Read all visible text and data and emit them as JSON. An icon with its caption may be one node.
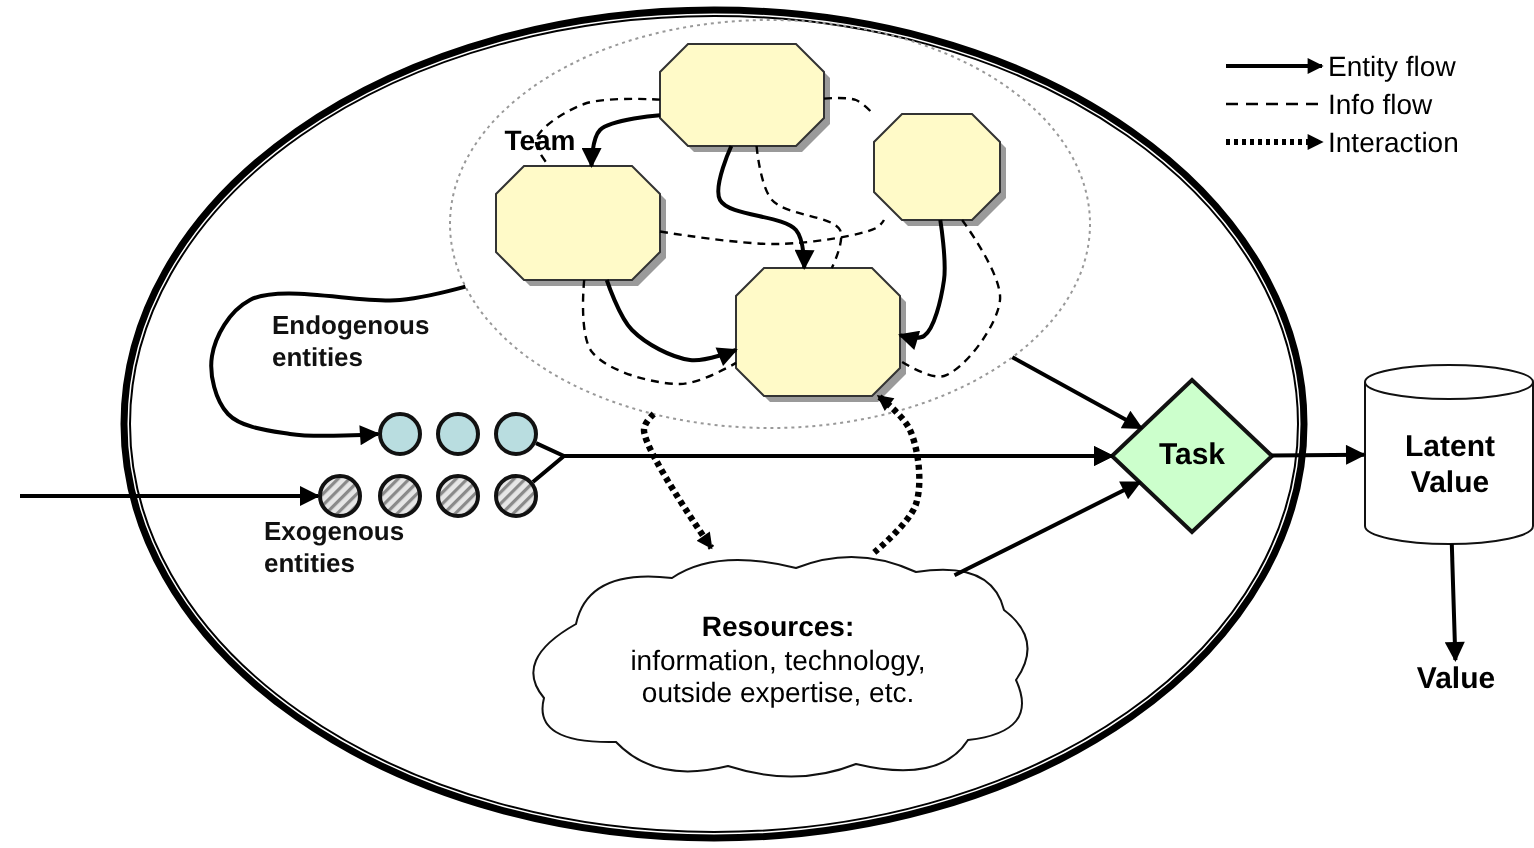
{
  "diagram": {
    "nodes": [
      {
        "text": [],
        "shape": "ellipse"
      },
      {
        "text": [
          "Team"
        ],
        "in": 0
      },
      {
        "text": [],
        "shape": "octagon",
        "in": 1
      },
      {
        "text": [],
        "shape": "octagon",
        "in": 1
      },
      {
        "text": [],
        "shape": "octagon",
        "in": 1
      },
      {
        "text": [],
        "shape": "octagon",
        "in": 1
      },
      {
        "text": [],
        "shape": "circle",
        "in": 0
      },
      {
        "text": [],
        "shape": "circle",
        "in": 0
      },
      {
        "text": [],
        "shape": "circle",
        "in": 0
      },
      {
        "text": [],
        "shape": "circle",
        "in": 0
      },
      {
        "text": [],
        "shape": "circle",
        "in": 0
      },
      {
        "text": [],
        "shape": "circle",
        "in": 0
      },
      {
        "text": [],
        "shape": "circle",
        "in": 0
      },
      {
        "text": [
          "Task"
        ],
        "in": 0
      },
      {
        "text": [
          "Resources:",
          "information, technology, outside expertise, etc."
        ],
        "in": 0
      },
      {
        "text": [
          "Latent Value"
        ]
      },
      {
        "text": [
          "Value"
        ]
      }
    ],
    "edges": [
      {
        "from": 2,
        "to": 4,
        "arrow": "to"
      },
      {
        "from": 2,
        "to": 5,
        "arrow": "to"
      },
      {
        "from": 3,
        "to": 5,
        "arrow": "to"
      },
      {
        "from": 4,
        "to": 5,
        "arrow": "to"
      },
      {
        "from": 2,
        "to": 4,
        "arrow": "none",
        "style": "dashed"
      },
      {
        "from": 2,
        "to": 3,
        "arrow": "none",
        "style": "dashed"
      },
      {
        "from": 4,
        "to": 3,
        "arrow": "none",
        "style": "dashed"
      },
      {
        "from": 2,
        "to": 5,
        "arrow": "none",
        "style": "dashed"
      },
      {
        "from": 4,
        "to": 5,
        "arrow": "none",
        "style": "dashed"
      },
      {
        "from": 3,
        "to": 5,
        "arrow": "none",
        "style": "dashed"
      },
      {
        "from": 1,
        "to": 6,
        "arrow": "to"
      },
      {
        "from": null,
        "to": 9,
        "arrow": "to"
      },
      {
        "from": 8,
        "to": 13,
        "arrow": "to"
      },
      {
        "from": 12,
        "to": 13,
        "arrow": "to"
      },
      {
        "from": 1,
        "to": 13,
        "arrow": "to"
      },
      {
        "from": 14,
        "to": 13,
        "arrow": "to"
      },
      {
        "from": 1,
        "to": 14,
        "arrow": "to",
        "style": "dashed"
      },
      {
        "from": 14,
        "to": 5,
        "arrow": "to",
        "style": "dashed"
      },
      {
        "from": 13,
        "to": 15,
        "arrow": "to"
      },
      {
        "from": 15,
        "to": 16,
        "arrow": "to"
      }
    ],
    "labels": [
      "Endogenous entities",
      "Exogenous entities"
    ],
    "legend": [
      {
        "text": "Entity flow"
      },
      {
        "text": "Info flow"
      },
      {
        "text": "Interaction"
      }
    ]
  }
}
